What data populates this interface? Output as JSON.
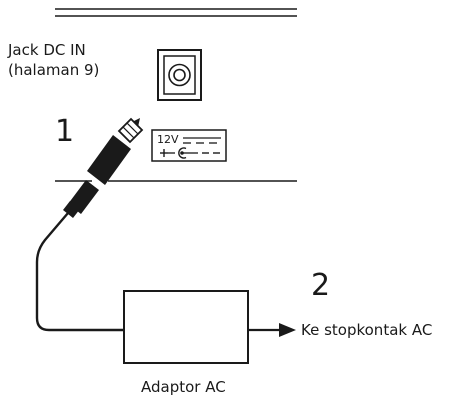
{
  "labels": {
    "dc_in_line1": "Jack DC IN",
    "dc_in_line2": "(halaman 9)",
    "step1": "1",
    "step2": "2",
    "outlet": "Ke stopkontak AC",
    "adaptor": "Adaptor AC",
    "voltage": "12V"
  },
  "colors": {
    "ink": "#1a1a1a",
    "background": "#ffffff"
  },
  "icons": [
    "dc-jack-icon",
    "polarity-symbol-icon",
    "plug-icon",
    "arrow-icon"
  ]
}
